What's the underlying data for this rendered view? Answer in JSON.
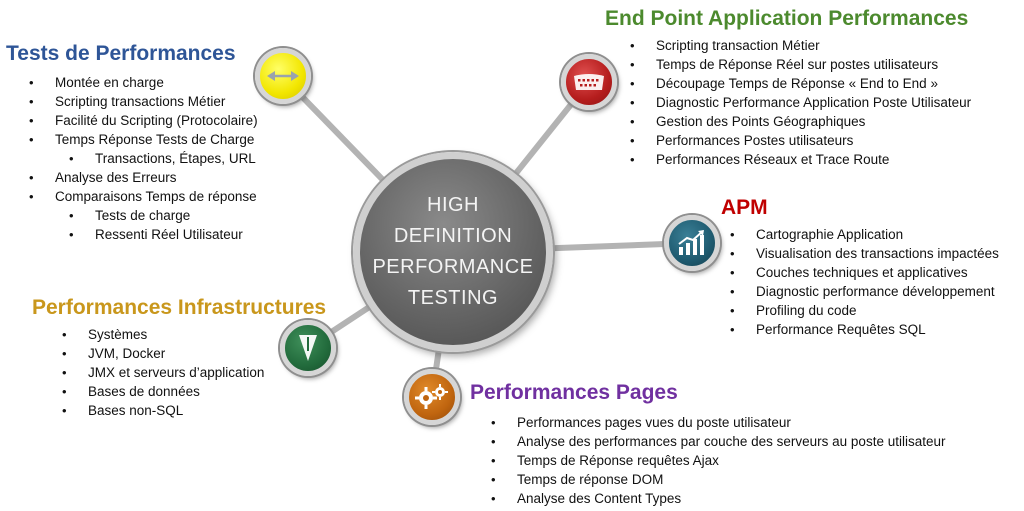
{
  "hub": {
    "lines": [
      "HIGH",
      "DEFINITION",
      "PERFORMANCE",
      "TESTING"
    ]
  },
  "sections": {
    "tests_perf": {
      "title": "Tests de Performances",
      "color": "#2e5597",
      "icon": "double-arrow-icon",
      "items": [
        "Montée en charge",
        "Scripting transactions Métier",
        "Facilité du Scripting (Protocolaire)",
        "Temps Réponse Tests de Charge",
        "Transactions, Étapes, URL",
        "Analyse des Erreurs",
        "Comparaisons Temps de réponse",
        "Tests de charge",
        "Ressenti Réel Utilisateur"
      ]
    },
    "endpoint": {
      "title": "End Point Application Performances",
      "color": "#4c8a2e",
      "icon": "keyboard-icon",
      "items": [
        "Scripting transaction Métier",
        "Temps de Réponse Réel sur postes utilisateurs",
        "Découpage Temps de Réponse « End to End »",
        "Diagnostic Performance Application Poste Utilisateur",
        "Gestion des Points Géographiques",
        "Performances Postes utilisateurs",
        "Performances Réseaux  et Trace Route"
      ]
    },
    "apm": {
      "title": "APM",
      "color": "#c00000",
      "icon": "growth-chart-icon",
      "items": [
        "Cartographie Application",
        "Visualisation des transactions impactées",
        "Couches techniques et applicatives",
        "Diagnostic performance développement",
        "Profiling du code",
        "Performance Requêtes SQL"
      ]
    },
    "infra": {
      "title": "Performances Infrastructures",
      "color": "#c9971c",
      "icon": "download-arrow-icon",
      "items": [
        "Systèmes",
        "JVM, Docker",
        "JMX et serveurs d’application",
        "Bases de données",
        "Bases non-SQL"
      ]
    },
    "pages": {
      "title": "Performances Pages",
      "color": "#7030a0",
      "icon": "gears-icon",
      "items": [
        "Performances pages vues du poste utilisateur",
        "Analyse des performances par couche des serveurs au poste utilisateur",
        "Temps de Réponse requêtes Ajax",
        "Temps de réponse DOM",
        "Analyse des Content Types"
      ]
    }
  }
}
